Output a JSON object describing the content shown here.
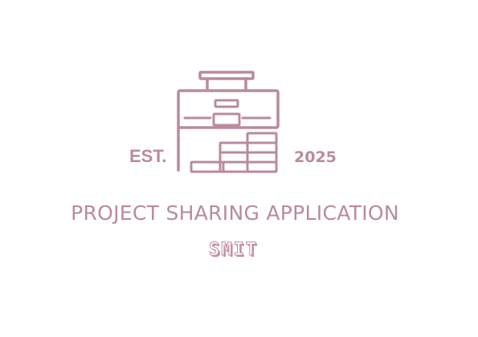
{
  "logo": {
    "icon": "briefcase-stacked-bars-icon",
    "est": "EST.",
    "year": "2025",
    "title": "PROJECT SHARING APPLICATION",
    "brand": "SMIT"
  },
  "colors": {
    "background": "#ffffff",
    "primary": "#b98aa0",
    "accent": "#c28ea5",
    "brand_fill": "#ffffff"
  }
}
